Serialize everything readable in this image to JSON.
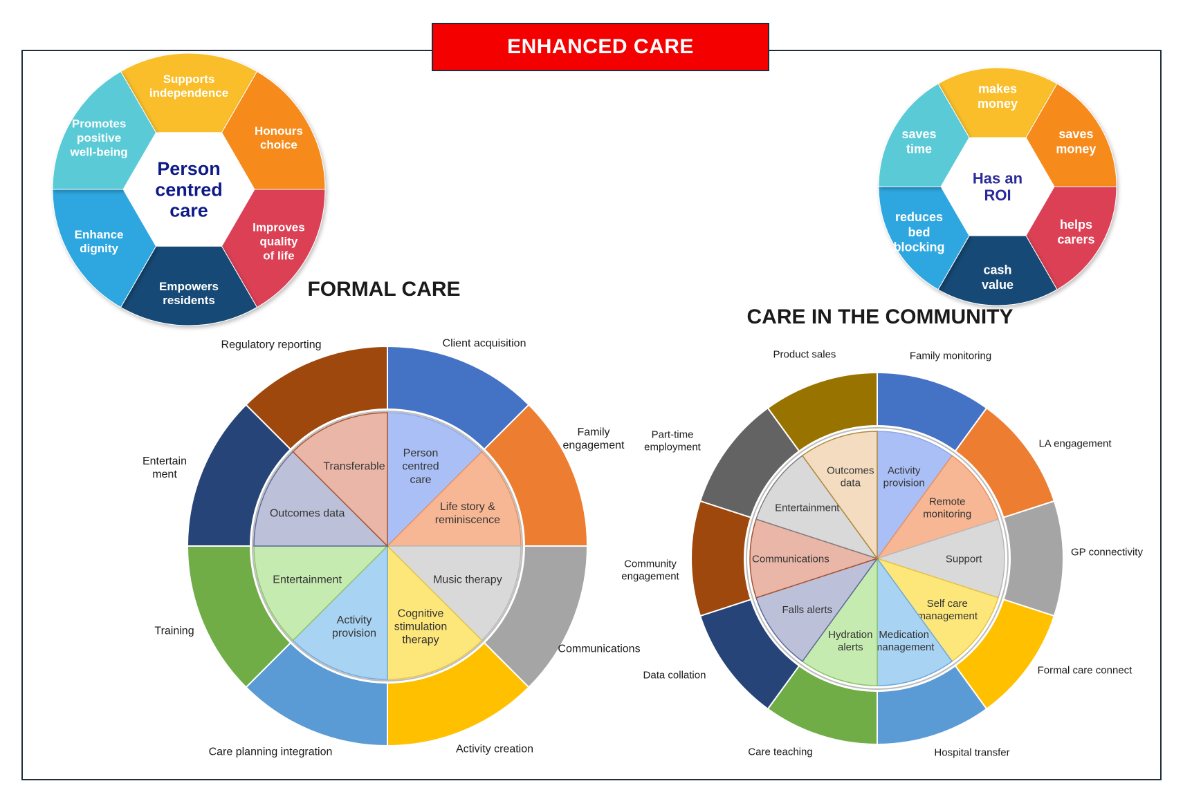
{
  "banner": {
    "title": "ENHANCED CARE"
  },
  "hex_diagrams": [
    {
      "id": "person-centred",
      "center_label": [
        "Person",
        "centred",
        "care"
      ],
      "center_color": "#0d1a87",
      "segments": [
        {
          "label": [
            "Supports",
            "independence"
          ],
          "color": "#f9be2b"
        },
        {
          "label": [
            "Honours",
            "choice"
          ],
          "color": "#f68b1f"
        },
        {
          "label": [
            "Improves",
            "quality",
            "of life"
          ],
          "color": "#dc4055"
        },
        {
          "label": [
            "Empowers",
            "residents"
          ],
          "color": "#164a74"
        },
        {
          "label": [
            "Enhance",
            "dignity"
          ],
          "color": "#2fa7e0"
        },
        {
          "label": [
            "Promotes",
            "positive",
            "well-being"
          ],
          "color": "#5acad6"
        }
      ]
    },
    {
      "id": "roi",
      "center_label": [
        "Has an",
        "ROI"
      ],
      "center_color": "#2a2a9a",
      "segments": [
        {
          "label": [
            "makes",
            "money"
          ],
          "color": "#f9be2b"
        },
        {
          "label": [
            "saves",
            "money"
          ],
          "color": "#f68b1f"
        },
        {
          "label": [
            "helps",
            "carers"
          ],
          "color": "#dc4055"
        },
        {
          "label": [
            "cash",
            "value"
          ],
          "color": "#164a74"
        },
        {
          "label": [
            "reduces",
            "bed",
            "blocking"
          ],
          "color": "#2fa7e0"
        },
        {
          "label": [
            "saves",
            "time"
          ],
          "color": "#5acad6"
        }
      ]
    }
  ],
  "wheels": [
    {
      "id": "formal-care",
      "title": "FORMAL CARE",
      "outer": [
        {
          "label": [
            "Client acquisition"
          ],
          "color": "#4472c4"
        },
        {
          "label": [
            "Family",
            "engagement"
          ],
          "color": "#ed7d31"
        },
        {
          "label": [
            "Communications"
          ],
          "color": "#a5a5a5"
        },
        {
          "label": [
            "Activity creation"
          ],
          "color": "#ffc000"
        },
        {
          "label": [
            "Care planning integration"
          ],
          "color": "#5b9bd5"
        },
        {
          "label": [
            "Training"
          ],
          "color": "#70ad47"
        },
        {
          "label": [
            "Entertain",
            "ment"
          ],
          "color": "#264478"
        },
        {
          "label": [
            "Regulatory reporting"
          ],
          "color": "#9e480e"
        }
      ],
      "inner": [
        {
          "label": [
            "Person",
            "centred",
            "care"
          ],
          "color": "#aabff5",
          "line": "#8ea8e6"
        },
        {
          "label": [
            "Life story &",
            "reminiscence"
          ],
          "color": "#f8b794",
          "line": "#e8905f"
        },
        {
          "label": [
            "Music therapy"
          ],
          "color": "#d9d9d9",
          "line": "#b8b8b8"
        },
        {
          "label": [
            "Cognitive",
            "stimulation",
            "therapy"
          ],
          "color": "#fde77a",
          "line": "#e6c340"
        },
        {
          "label": [
            "Activity",
            "provision"
          ],
          "color": "#a9d3f3",
          "line": "#6fa8dc"
        },
        {
          "label": [
            "Entertainment"
          ],
          "color": "#c6ebb0",
          "line": "#8cc46a"
        },
        {
          "label": [
            "Outcomes data"
          ],
          "color": "#bcc0d8",
          "line": "#5b6a99"
        },
        {
          "label": [
            "Transferable"
          ],
          "color": "#e9b6a8",
          "line": "#a8522e"
        }
      ]
    },
    {
      "id": "care-in-the-community",
      "title": "CARE IN THE COMMUNITY",
      "outer": [
        {
          "label": [
            "Family monitoring"
          ],
          "color": "#4472c4"
        },
        {
          "label": [
            "LA engagement"
          ],
          "color": "#ed7d31"
        },
        {
          "label": [
            "GP connectivity"
          ],
          "color": "#a5a5a5"
        },
        {
          "label": [
            "Formal care connect"
          ],
          "color": "#ffc000"
        },
        {
          "label": [
            "Hospital transfer"
          ],
          "color": "#5b9bd5"
        },
        {
          "label": [
            "Care teaching"
          ],
          "color": "#70ad47"
        },
        {
          "label": [
            "Data collation"
          ],
          "color": "#264478"
        },
        {
          "label": [
            "Community",
            "engagement"
          ],
          "color": "#9e480e"
        },
        {
          "label": [
            "Part-time",
            "employment"
          ],
          "color": "#636363"
        },
        {
          "label": [
            "Product sales"
          ],
          "color": "#997300"
        }
      ],
      "inner": [
        {
          "label": [
            "Activity",
            "provision"
          ],
          "color": "#aabff5",
          "line": "#8ea8e6"
        },
        {
          "label": [
            "Remote",
            "monitoring"
          ],
          "color": "#f8b794",
          "line": "#e8905f"
        },
        {
          "label": [
            "Support"
          ],
          "color": "#d9d9d9",
          "line": "#b8b8b8"
        },
        {
          "label": [
            "Self care",
            "management"
          ],
          "color": "#fde77a",
          "line": "#e6c340"
        },
        {
          "label": [
            "Medication",
            "management"
          ],
          "color": "#a9d3f3",
          "line": "#6fa8dc"
        },
        {
          "label": [
            "Hydration",
            "alerts"
          ],
          "color": "#c6ebb0",
          "line": "#8cc46a"
        },
        {
          "label": [
            "Falls alerts"
          ],
          "color": "#bcc0d8",
          "line": "#5b6a99"
        },
        {
          "label": [
            "Communications"
          ],
          "color": "#e9b6a8",
          "line": "#a8522e"
        },
        {
          "label": [
            "Entertainment"
          ],
          "color": "#d9d9d9",
          "line": "#7f7f7f"
        },
        {
          "label": [
            "Outcomes",
            "data"
          ],
          "color": "#f3dcc0",
          "line": "#b08a3c"
        }
      ]
    }
  ]
}
